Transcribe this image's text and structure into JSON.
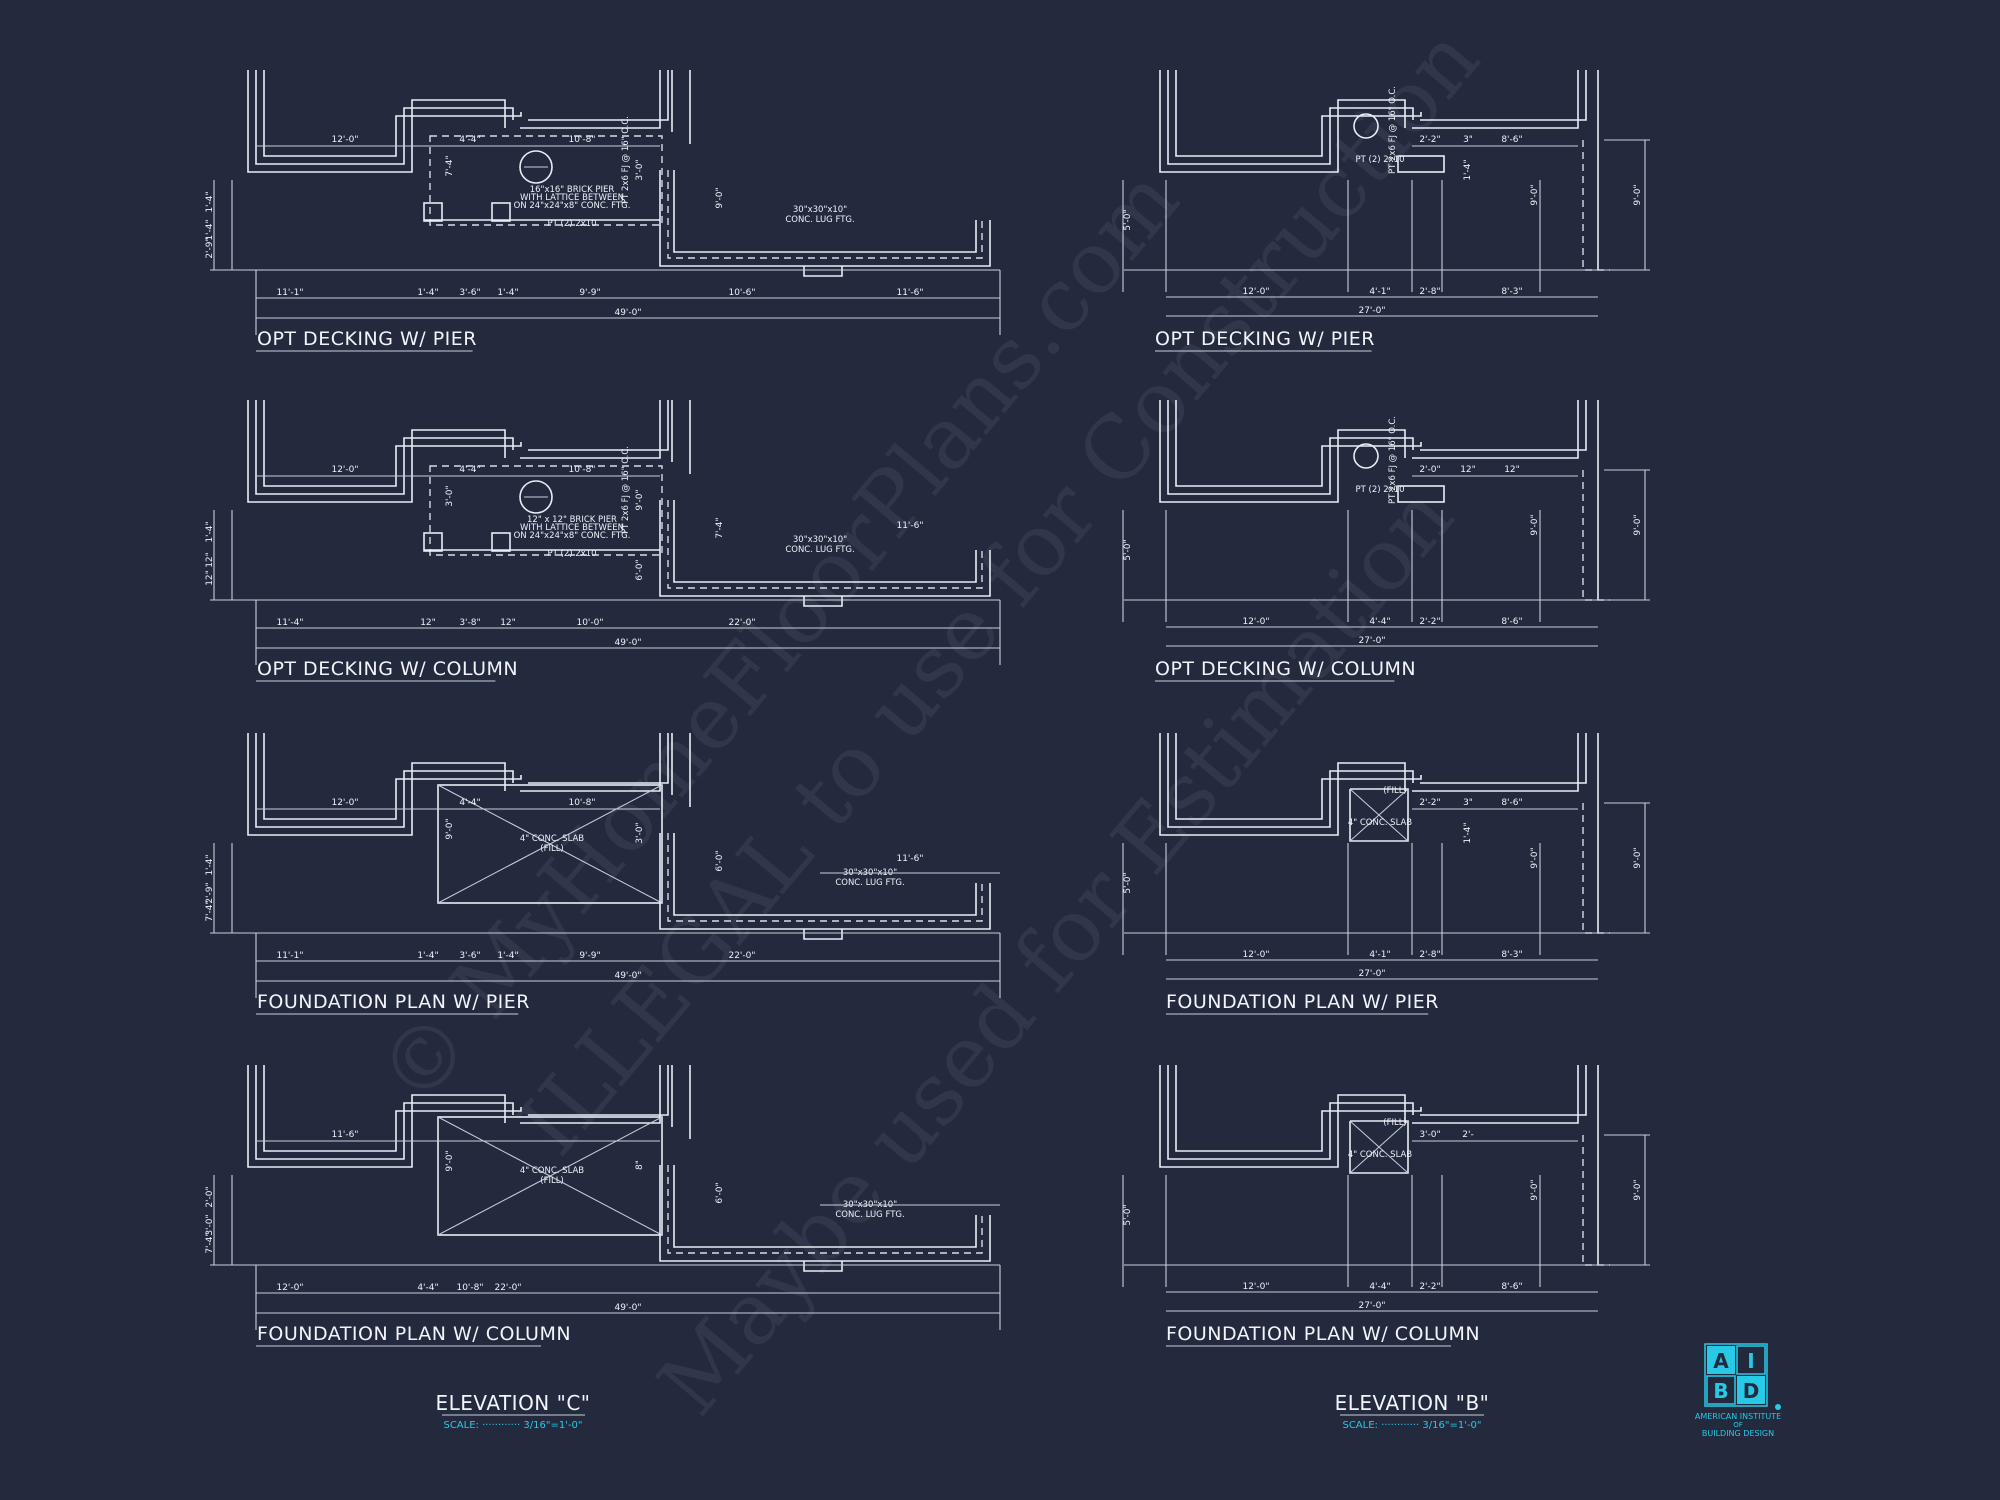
{
  "watermark": {
    "line1": "© MyHomeFloorPlans.com",
    "line2": "ILLEGAL to use for Construction",
    "line3": "Maybe used for Estimation"
  },
  "left": {
    "elevation_title": "ELEVATION \"C\"",
    "scale_label": "SCALE: ············ 3/16\"=1'-0\"",
    "plans": [
      {
        "title": "OPT DECKING W/ PIER",
        "top_dims": [
          "12'-0\"",
          "4'-4\"",
          "10'-8\""
        ],
        "vert_dims": [
          "1'-4\"",
          "1'-4\"",
          "2'-9\"",
          "7'-4\"",
          "9'-0\"",
          "3'-0\""
        ],
        "bottom_dims": [
          "11'-1\"",
          "1'-4\"",
          "3'-6\"",
          "1'-4\"",
          "9'-9\"",
          "10'-6\"",
          "11'-6\""
        ],
        "total_dim": "49'-0\"",
        "notes": [
          "16\"x16\" BRICK PIER",
          "WITH LATTICE BETWEEN",
          "ON 24\"x24\"x8\" CONC. FTG.",
          "PT (2) 2x10",
          "PT 2x6 FJ @ 16\" O.C.",
          "30\"x30\"x10\"",
          "CONC. LUG FTG."
        ]
      },
      {
        "title": "OPT DECKING W/ COLUMN",
        "top_dims": [
          "12'-0\"",
          "4'-4\"",
          "10'-8\"",
          "11'-6\""
        ],
        "vert_dims": [
          "1'-4\"",
          "12\"",
          "12\"",
          "3'-0\"",
          "7'-4\"",
          "9'-0\"",
          "6'-0\""
        ],
        "bottom_dims": [
          "11'-4\"",
          "12\"",
          "3'-8\"",
          "12\"",
          "10'-0\"",
          "22'-0\""
        ],
        "total_dim": "49'-0\"",
        "notes": [
          "12\" x 12\" BRICK PIER",
          "WITH LATTICE BETWEEN",
          "ON 24\"x24\"x8\" CONC. FTG.",
          "PT (2) 2x10",
          "PT 2x6 FJ @ 16\" O.C.",
          "30\"x30\"x10\"",
          "CONC. LUG FTG."
        ]
      },
      {
        "title": "FOUNDATION PLAN W/ PIER",
        "top_dims": [
          "12'-0\"",
          "4'-4\"",
          "10'-8\"",
          "11'-6\""
        ],
        "vert_dims": [
          "1'-4\"",
          "2'-9\"",
          "7'-4\"",
          "9'-0\"",
          "6'-0\"",
          "3'-0\""
        ],
        "bottom_dims": [
          "11'-1\"",
          "1'-4\"",
          "3'-6\"",
          "1'-4\"",
          "9'-9\"",
          "22'-0\""
        ],
        "total_dim": "49'-0\"",
        "notes": [
          "4\" CONC. SLAB",
          "(FILL)",
          "30\"x30\"x10\"",
          "CONC. LUG FTG."
        ]
      },
      {
        "title": "FOUNDATION PLAN W/ COLUMN",
        "top_dims": [
          "11'-6\""
        ],
        "vert_dims": [
          "2'-0\"",
          "3'-0\"",
          "7'-4\"",
          "9'-0\"",
          "6'-0\"",
          "8\""
        ],
        "bottom_dims": [
          "12'-0\"",
          "4'-4\"",
          "10'-8\"",
          "22'-0\""
        ],
        "total_dim": "49'-0\"",
        "notes": [
          "4\" CONC. SLAB",
          "(FILL)",
          "30\"x30\"x10\"",
          "CONC. LUG FTG."
        ]
      }
    ]
  },
  "right": {
    "elevation_title": "ELEVATION \"B\"",
    "scale_label": "SCALE: ············ 3/16\"=1'-0\"",
    "plans": [
      {
        "title": "OPT DECKING W/ PIER",
        "top_dims": [
          "2'-2\"",
          "3\"",
          "8'-6\""
        ],
        "vert_dims": [
          "5'-0\"",
          "9'-0\"",
          "9'-0\"",
          "1'-4\""
        ],
        "bottom_dims": [
          "12'-0\"",
          "4'-1\"",
          "2'-8\"",
          "8'-3\""
        ],
        "total_dim": "27'-0\"",
        "notes": [
          "PT (2) 2x10",
          "PT 2x6 FJ @ 16\" O.C."
        ]
      },
      {
        "title": "OPT DECKING W/ COLUMN",
        "top_dims": [
          "2'-0\"",
          "12\"",
          "12\""
        ],
        "vert_dims": [
          "5'-0\"",
          "9'-0\"",
          "9'-0\""
        ],
        "bottom_dims": [
          "12'-0\"",
          "4'-4\"",
          "2'-2\"",
          "8'-6\""
        ],
        "total_dim": "27'-0\"",
        "notes": [
          "PT (2) 2x10",
          "PT 2x6 FJ @ 16\" O.C."
        ]
      },
      {
        "title": "FOUNDATION PLAN W/ PIER",
        "top_dims": [
          "2'-2\"",
          "3\"",
          "8'-6\""
        ],
        "vert_dims": [
          "5'-0\"",
          "9'-0\"",
          "9'-0\"",
          "1'-4\""
        ],
        "bottom_dims": [
          "12'-0\"",
          "4'-1\"",
          "2'-8\"",
          "8'-3\""
        ],
        "total_dim": "27'-0\"",
        "notes": [
          "4\" CONC. SLAB",
          "(FILL)"
        ]
      },
      {
        "title": "FOUNDATION PLAN W/ COLUMN",
        "top_dims": [
          "3'-0\"",
          "2'-"
        ],
        "vert_dims": [
          "5'-0\"",
          "9'-0\"",
          "9'-0\""
        ],
        "bottom_dims": [
          "12'-0\"",
          "4'-4\"",
          "2'-2\"",
          "8'-6\""
        ],
        "total_dim": "27'-0\"",
        "notes": [
          "4\" CONC. SLAB",
          "(FILL)"
        ]
      }
    ]
  },
  "logo": {
    "letters": [
      "A",
      "I",
      "B",
      "D"
    ],
    "line1": "AMERICAN INSTITUTE",
    "line2": "OF",
    "line3": "BUILDING DESIGN",
    "color": "#27c9e6"
  },
  "colors": {
    "background": "#232a3e",
    "linework": "#e9edf5",
    "accent": "#27c9e6"
  }
}
